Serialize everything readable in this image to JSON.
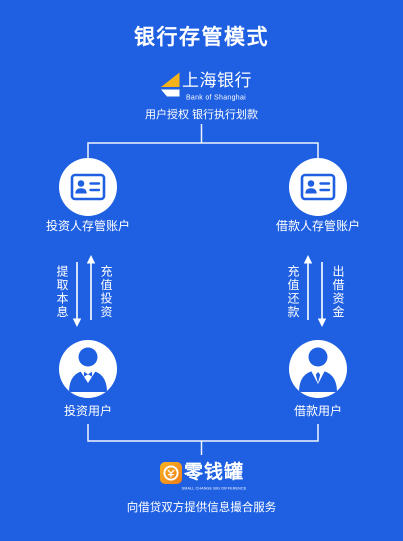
{
  "title": "银行存管模式",
  "bank": {
    "name": "上海银行",
    "name_en": "Bank of Shanghai",
    "logo_icon": "bank-of-shanghai-logo-icon",
    "caption": "用户授权 银行执行划款"
  },
  "accounts": {
    "investor": {
      "label": "投资人存管账户",
      "icon": "id-card-icon"
    },
    "borrower": {
      "label": "借款人存管账户",
      "icon": "id-card-icon"
    }
  },
  "flows": {
    "investor": [
      {
        "label": "提取本息",
        "arrow_icon": "arrow-down-icon"
      },
      {
        "label": "充值投资",
        "arrow_icon": "arrow-up-icon"
      }
    ],
    "borrower": [
      {
        "label": "充值还款",
        "arrow_icon": "arrow-up-icon"
      },
      {
        "label": "出借资金",
        "arrow_icon": "arrow-down-icon"
      }
    ]
  },
  "users": {
    "investor": {
      "label": "投资用户",
      "icon": "user-bowtie-icon"
    },
    "borrower": {
      "label": "借款用户",
      "icon": "user-tie-icon"
    }
  },
  "platform": {
    "name": "零钱罐",
    "tagline": "SMALL CHANGE BIG DIFFERENCE",
    "logo_icon": "lingqianguan-logo-icon",
    "caption": "向借贷双方提供信息撮合服务"
  },
  "colors": {
    "background": "#1f60e2",
    "text": "#ffffff",
    "icon": "#1f60e2",
    "line": "#ffffff",
    "bank_logo_accent": "#f5b21a",
    "platform_logo_light": "#f8b41e",
    "platform_logo_dark": "#ee7c1c"
  }
}
